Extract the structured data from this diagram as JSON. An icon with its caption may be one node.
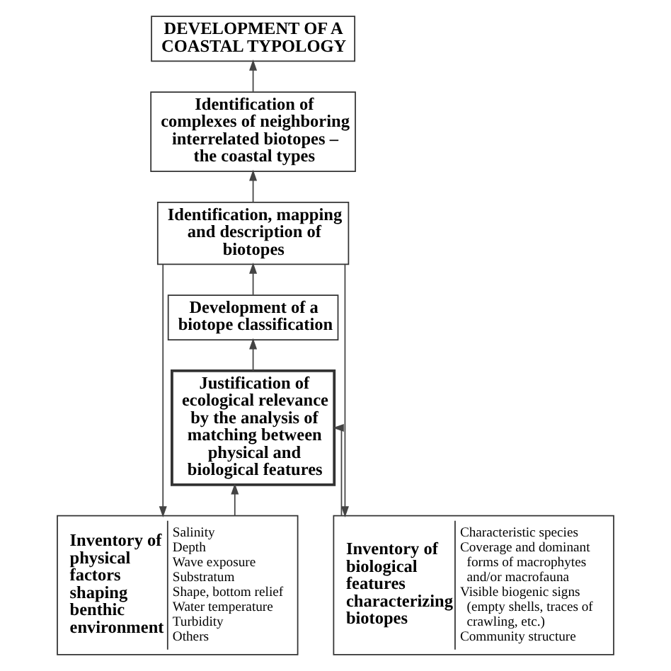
{
  "diagram": {
    "nodes": [
      {
        "text": [
          "DEVELOPMENT OF A COASTAL TYPOLOGY"
        ]
      },
      {
        "text": [
          "Identification of complexes of neighboring interrelated biotopes – the coastal types"
        ]
      },
      {
        "text": [
          "Identification, mapping and description of biotopes"
        ]
      },
      {
        "text": [
          "Development of a biotope classification"
        ]
      },
      {
        "text": [
          "Justification of ecological relevance by the analysis of matching between physical and biological features"
        ]
      },
      {
        "text": [
          "Inventory of physical factors shaping benthic environment",
          "Salinity",
          "Depth",
          "Wave exposure",
          "Substratum",
          "Shape, bottom relief",
          "Water temperature",
          "Turbidity",
          "Others"
        ]
      },
      {
        "text": [
          "Inventory of biological features characterizing biotopes",
          "Characteristic species",
          "Coverage and dominant forms of macrophytes and/or macrofauna",
          "Visible biogenic signs (empty shells, traces of crawling, etc.)",
          "Community structure"
        ]
      }
    ],
    "edges": [
      {
        "from": 1,
        "to": 0,
        "arrow": "to"
      },
      {
        "from": 2,
        "to": 1,
        "arrow": "to"
      },
      {
        "from": 3,
        "to": 2,
        "arrow": "to"
      },
      {
        "from": 4,
        "to": 3,
        "arrow": "to"
      },
      {
        "from": 5,
        "to": 4,
        "arrow": "to"
      },
      {
        "from": 6,
        "to": 4,
        "arrow": "to"
      },
      {
        "from": 2,
        "to": 5,
        "arrow": "to"
      },
      {
        "from": 2,
        "to": 6,
        "arrow": "to"
      }
    ]
  }
}
